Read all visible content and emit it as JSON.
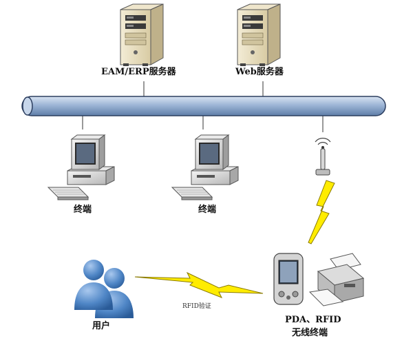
{
  "nodes": {
    "eam_server": {
      "label": "EAM/ERP服务器",
      "icon": "server-tower-icon"
    },
    "web_server": {
      "label": "Web服务器",
      "icon": "server-tower-icon"
    },
    "terminal_1": {
      "label": "终端",
      "icon": "desktop-computer-icon"
    },
    "terminal_2": {
      "label": "终端",
      "icon": "desktop-computer-icon"
    },
    "access_point": {
      "icon": "wireless-antenna-icon"
    },
    "users": {
      "label": "用户",
      "icon": "users-icon"
    },
    "pda": {
      "icon": "pda-device-icon"
    },
    "printer": {
      "icon": "printer-icon"
    },
    "wireless_terminal": {
      "label_line1": "PDA、RFID",
      "label_line2": "无线终端"
    }
  },
  "links": {
    "rfid_link": {
      "label": "RFID验证"
    }
  },
  "colors": {
    "bus": "#9db5d6",
    "bus_edge": "#2b3d5e",
    "server": "#e6dcc0",
    "lightning": "#ffec00",
    "user": "#4f86c6"
  }
}
